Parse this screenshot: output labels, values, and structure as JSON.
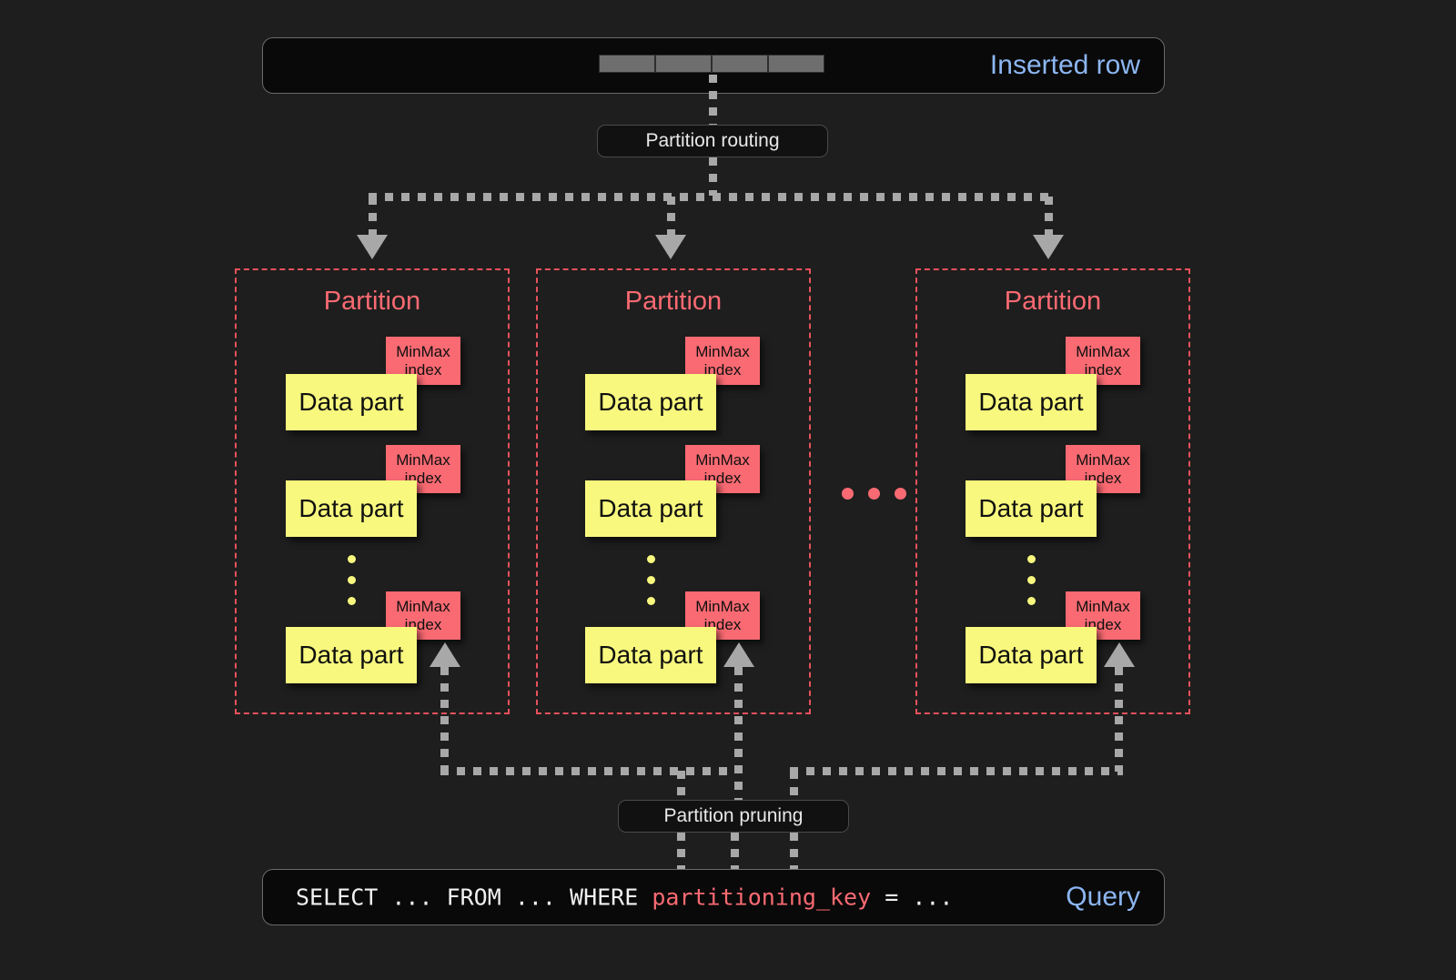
{
  "diagram": {
    "title": "Partitioning and partition pruning",
    "colors": {
      "background": "#1e1e1e",
      "bar_background": "#090909",
      "accent_blue": "#8cb6f2",
      "partition_red": "#fa6a72",
      "datapart_yellow": "#f8f87e",
      "connector_gray": "#a8a8a8"
    }
  },
  "inserted_row": {
    "label": "Inserted row",
    "cell_count": 4
  },
  "routing": {
    "label": "Partition routing"
  },
  "pruning": {
    "label": "Partition pruning"
  },
  "partitions": [
    {
      "title": "Partition",
      "parts": [
        {
          "part_label": "Data part",
          "index_label": "MinMax\nindex"
        },
        {
          "part_label": "Data part",
          "index_label": "MinMax\nindex"
        },
        {
          "part_label": "Data part",
          "index_label": "MinMax\nindex"
        }
      ],
      "ellipsis_dots": 3
    },
    {
      "title": "Partition",
      "parts": [
        {
          "part_label": "Data part",
          "index_label": "MinMax\nindex"
        },
        {
          "part_label": "Data part",
          "index_label": "MinMax\nindex"
        },
        {
          "part_label": "Data part",
          "index_label": "MinMax\nindex"
        }
      ],
      "ellipsis_dots": 3
    },
    {
      "title": "Partition",
      "parts": [
        {
          "part_label": "Data part",
          "index_label": "MinMax\nindex"
        },
        {
          "part_label": "Data part",
          "index_label": "MinMax\nindex"
        },
        {
          "part_label": "Data part",
          "index_label": "MinMax\nindex"
        }
      ],
      "ellipsis_dots": 3
    }
  ],
  "partition_ellipsis": {
    "dots": 3
  },
  "labels": {
    "minmax_line1": "MinMax",
    "minmax_line2": "index",
    "data_part": "Data part",
    "partition": "Partition"
  },
  "query": {
    "label": "Query",
    "prefix": "SELECT ... FROM ... WHERE ",
    "keyword": "partitioning_key",
    "suffix": " = ..."
  }
}
